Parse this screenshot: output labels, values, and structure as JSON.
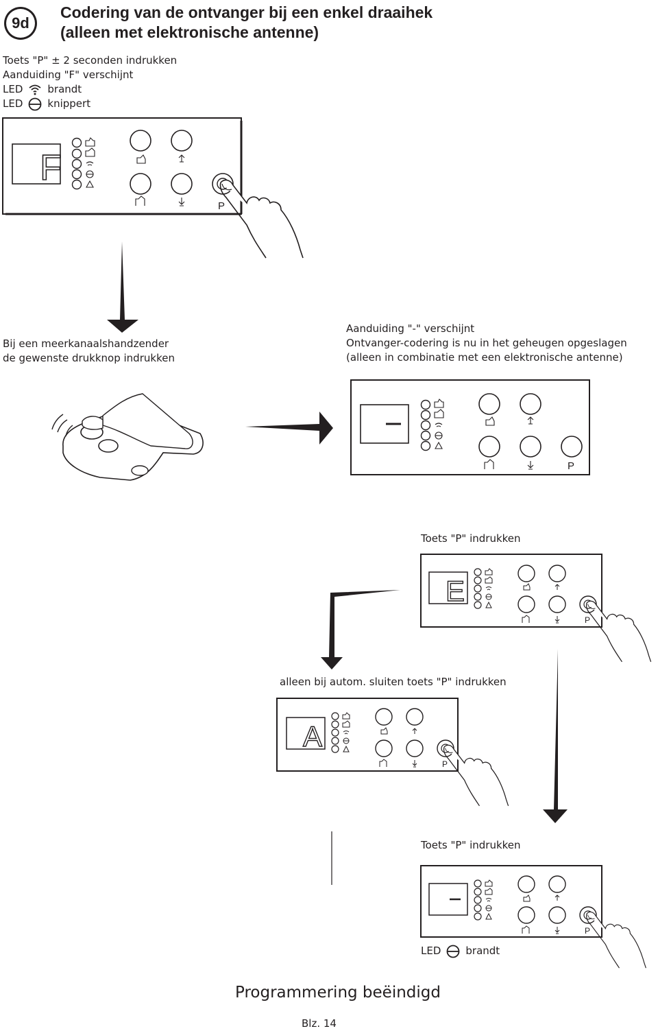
{
  "header": {
    "badge": "9d",
    "title_line1": "Codering van de ontvanger bij een enkel draaihek",
    "title_line2": "(alleen met elektronische antenne)"
  },
  "step1": {
    "line1": "Toets \"P\" ± 2 seconden indrukken",
    "line2": "Aanduiding \"F\" verschijnt",
    "led1_prefix": "LED",
    "led1_text": "brandt",
    "led2_prefix": "LED",
    "led2_text": "knippert"
  },
  "step2": {
    "line1": "Bij een meerkanaalshandzender",
    "line2": "de gewenste drukknop indrukken"
  },
  "step3": {
    "line1": "Aanduiding \"-\" verschijnt",
    "line2": "Ontvanger-codering is nu in het geheugen opgeslagen",
    "line3": "(alleen in combinatie met een elektronische antenne)"
  },
  "step4": {
    "label": "Toets \"P\" indrukken"
  },
  "step5": {
    "label": "alleen bij autom. sluiten toets \"P\" indrukken"
  },
  "step6": {
    "label": "Toets \"P\" indrukken",
    "led_prefix": "LED",
    "led_text": "brandt"
  },
  "panels": {
    "p_label": "P",
    "display1": "F",
    "display2": "-",
    "display3": "E",
    "display4": "A",
    "display5": "-"
  },
  "footer": {
    "done": "Programmering beëindigd",
    "page": "Blz. 14"
  }
}
